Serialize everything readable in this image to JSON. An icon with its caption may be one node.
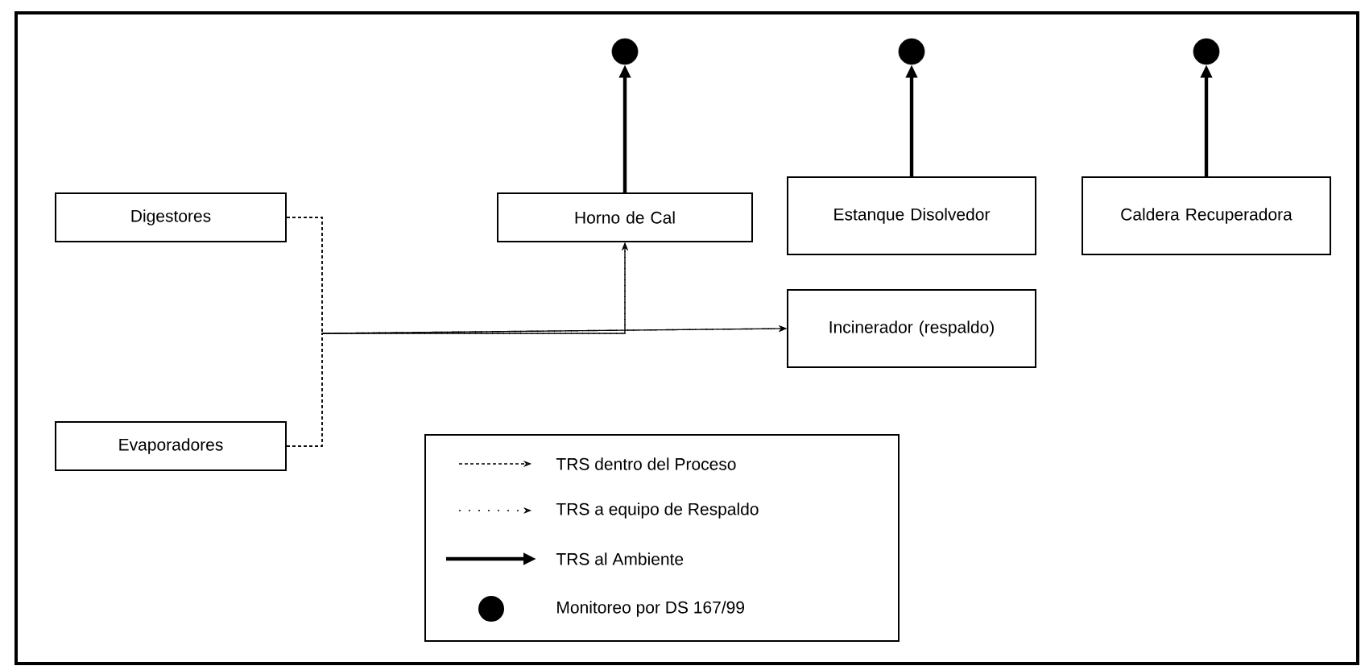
{
  "diagram": {
    "nodes": [
      {
        "text": [],
        "shape": "circle"
      },
      {
        "text": [],
        "shape": "circle"
      },
      {
        "text": [],
        "shape": "circle"
      },
      {
        "text": [
          "Digestores"
        ]
      },
      {
        "text": [
          "Horno de Cal"
        ]
      },
      {
        "text": [
          "Estanque Disolvedor"
        ]
      },
      {
        "text": [
          "Caldera Recuperadora"
        ]
      },
      {
        "text": [
          "Incinerador (respaldo)"
        ]
      },
      {
        "text": [
          "Evaporadores"
        ]
      }
    ],
    "edges": [
      {
        "from": 4,
        "to": 0,
        "arrow": "to",
        "style": "thick"
      },
      {
        "from": 5,
        "to": 1,
        "arrow": "to",
        "style": "thick"
      },
      {
        "from": 6,
        "to": 2,
        "arrow": "to",
        "style": "thick"
      },
      {
        "from": 3,
        "to": 4,
        "arrow": "to",
        "style": "dashed"
      },
      {
        "from": 8,
        "to": 4,
        "arrow": "to",
        "style": "dashed"
      },
      {
        "from": 3,
        "to": 7,
        "arrow": "to",
        "style": "dashed"
      },
      {
        "from": 8,
        "to": 7,
        "arrow": "to",
        "style": "dashed"
      }
    ],
    "legend": [
      {
        "text": "TRS dentro del Proceso"
      },
      {
        "text": "TRS a equipo de Respaldo"
      },
      {
        "text": "TRS al Ambiente"
      },
      {
        "text": "Monitoreo por DS 167/99"
      }
    ]
  }
}
